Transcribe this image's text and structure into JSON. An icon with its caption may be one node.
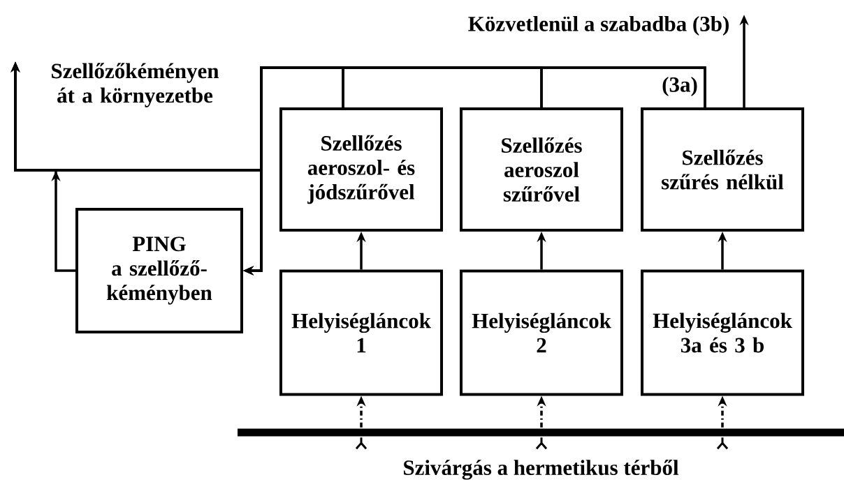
{
  "diagram": {
    "nodes": [
      {
        "text": [
          "Szellőzőkéményen át a környezetbe"
        ]
      },
      {
        "text": [
          "Közvetlenül a szabadba (3b)"
        ]
      },
      {
        "text": [
          "PING",
          "a szellőző- kéményben"
        ]
      },
      {
        "text": [
          "Szellőzés aeroszol- és jódszűrővel"
        ]
      },
      {
        "text": [
          "Szellőzés aeroszol szűrővel"
        ]
      },
      {
        "text": [
          "Szellőzés szűrés nélkül"
        ]
      },
      {
        "text": [
          "Helyiségláncok 1"
        ]
      },
      {
        "text": [
          "Helyiségláncok 2"
        ]
      },
      {
        "text": [
          "Helyiségláncok 3a és 3 b"
        ]
      },
      {
        "text": [],
        "shape": "bar",
        "beside": [
          "Szivárgás a hermetikus térből"
        ]
      }
    ],
    "edges": [
      {
        "from": 9,
        "to": 6,
        "arrow": "to",
        "style": "dashed"
      },
      {
        "from": 9,
        "to": 7,
        "arrow": "to",
        "style": "dashed"
      },
      {
        "from": 9,
        "to": 8,
        "arrow": "to",
        "style": "dashed"
      },
      {
        "from": 6,
        "to": 3,
        "arrow": "to"
      },
      {
        "from": 7,
        "to": 4,
        "arrow": "to"
      },
      {
        "from": 8,
        "to": 5,
        "arrow": "to"
      },
      {
        "from": 3,
        "to": 2,
        "arrow": "to"
      },
      {
        "from": 4,
        "to": 2,
        "arrow": "to"
      },
      {
        "from": 5,
        "to": 2,
        "arrow": "to",
        "label": "(3a)"
      },
      {
        "from": 3,
        "to": 0,
        "arrow": "to"
      },
      {
        "from": 4,
        "to": 0,
        "arrow": "to"
      },
      {
        "from": 5,
        "to": 0,
        "arrow": "to"
      },
      {
        "from": 2,
        "to": 0,
        "arrow": "to"
      },
      {
        "from": 5,
        "to": 1,
        "arrow": "to"
      }
    ]
  }
}
